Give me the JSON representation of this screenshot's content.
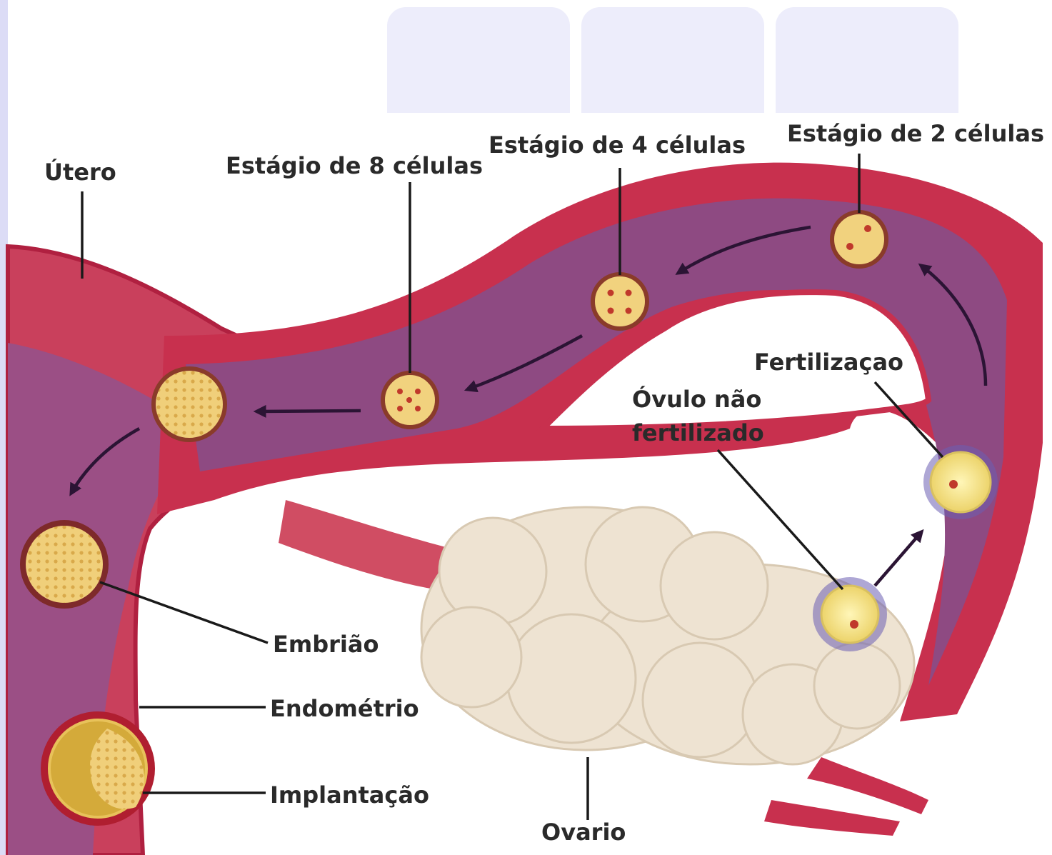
{
  "labels": {
    "utero": "Útero",
    "estagio_8": "Estágio de 8 células",
    "estagio_4": "Estágio de 4 células",
    "estagio_2": "Estágio de 2 células",
    "fertilizacao": "Fertilizaçao",
    "ovulo_linha1": "Óvulo não",
    "ovulo_linha2": "fertilizado",
    "embriao": "Embrião",
    "endometrio": "Endométrio",
    "implantacao": "Implantação",
    "ovario": "Ovario"
  },
  "colors": {
    "tube_wall": "#c8304e",
    "tube_lumen": "#8e4a82",
    "ovary": "#eee3d2",
    "cell": "#f1d27e",
    "nucleus": "#c0392b",
    "background_tab": "#ededfb"
  }
}
